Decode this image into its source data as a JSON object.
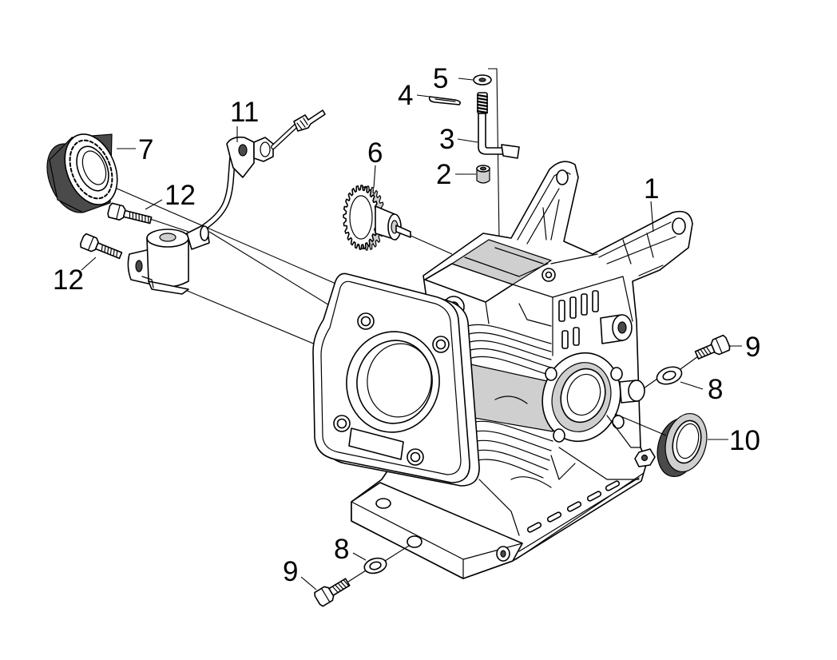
{
  "callouts": [
    {
      "label": "1"
    },
    {
      "label": "2"
    },
    {
      "label": "3"
    },
    {
      "label": "4"
    },
    {
      "label": "5"
    },
    {
      "label": "6"
    },
    {
      "label": "7"
    },
    {
      "label": "8"
    },
    {
      "label": "8"
    },
    {
      "label": "9"
    },
    {
      "label": "9"
    },
    {
      "label": "10"
    },
    {
      "label": "11"
    },
    {
      "label": "12"
    },
    {
      "label": "12"
    }
  ],
  "colors": {
    "line": "#000000",
    "shade": "#cfcfcf",
    "background": "#ffffff"
  }
}
